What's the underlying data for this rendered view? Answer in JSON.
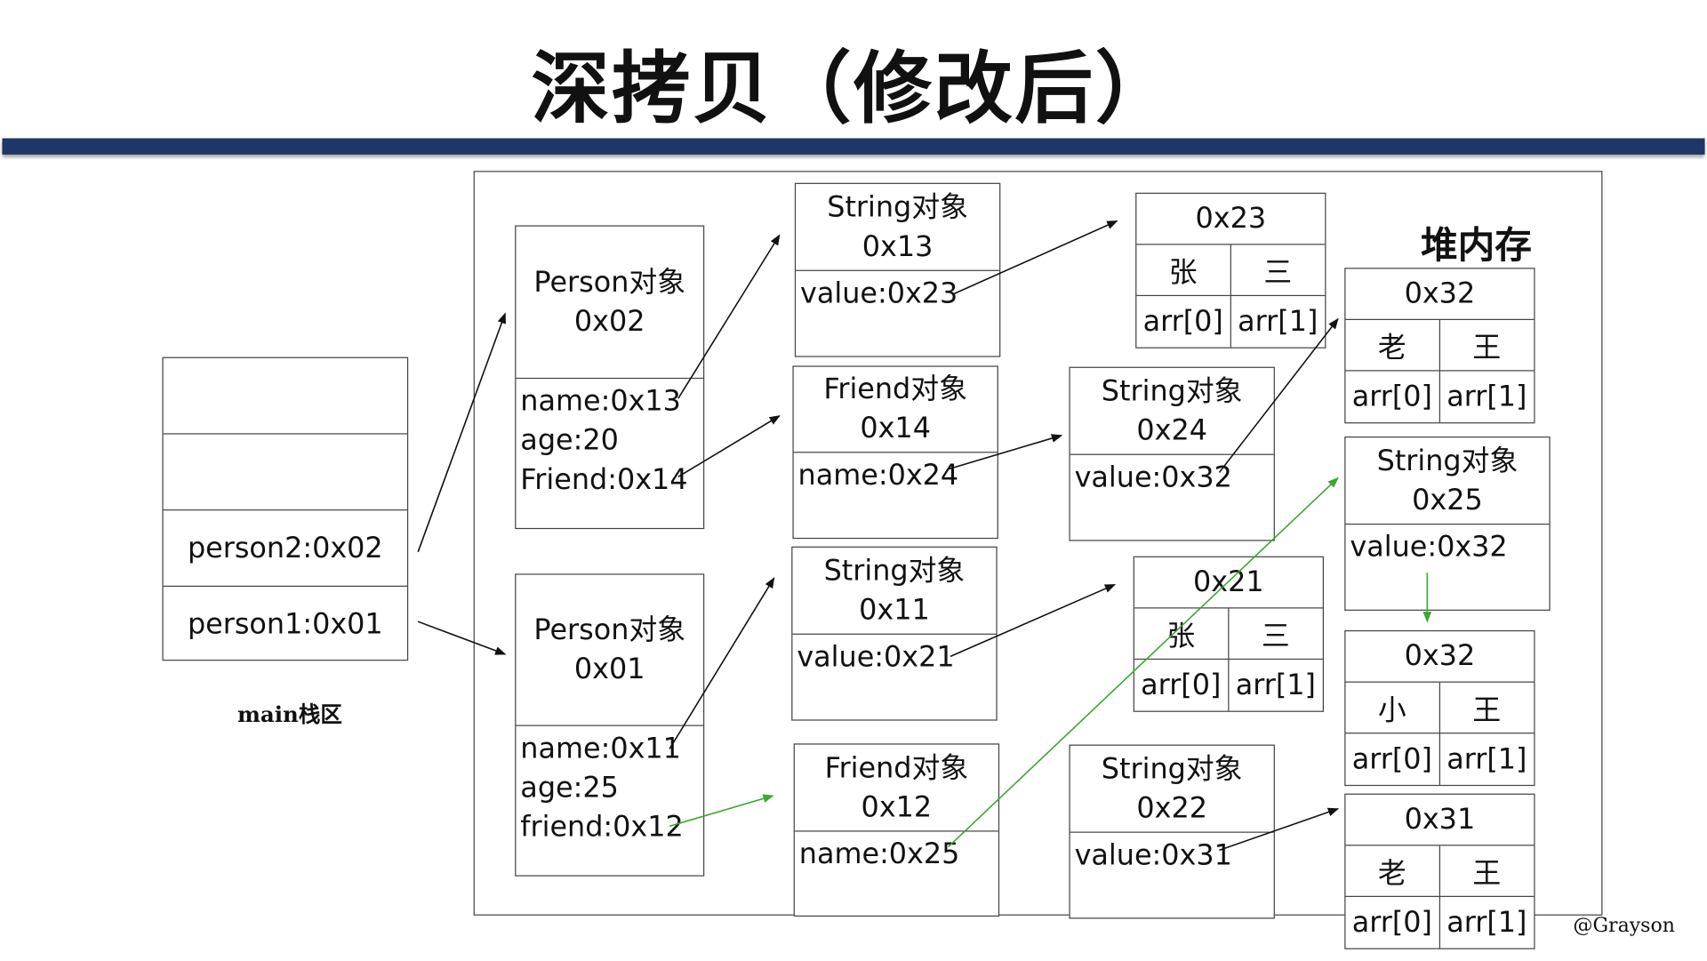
{
  "title": "深拷贝（修改后）",
  "stack": {
    "rows": [
      "",
      "",
      "person2:0x02",
      "person1:0x01"
    ],
    "label": "main栈区"
  },
  "heap_label": "堆内存",
  "credit": "@Grayson",
  "person2": {
    "type": "Person对象",
    "addr": "0x02",
    "fields": [
      "name:0x13",
      "age:20",
      "Friend:0x14"
    ]
  },
  "person1": {
    "type": "Person对象",
    "addr": "0x01",
    "fields": [
      "name:0x11",
      "age:25",
      "friend:0x12"
    ]
  },
  "str13": {
    "type": "String对象",
    "addr": "0x13",
    "fields": [
      "value:0x23"
    ]
  },
  "friend14": {
    "type": "Friend对象",
    "addr": "0x14",
    "fields": [
      "name:0x24"
    ]
  },
  "str11": {
    "type": "String对象",
    "addr": "0x11",
    "fields": [
      "value:0x21"
    ]
  },
  "friend12": {
    "type": "Friend对象",
    "addr": "0x12",
    "fields": [
      "name:0x25"
    ]
  },
  "str24": {
    "type": "String对象",
    "addr": "0x24",
    "fields": [
      "value:0x32"
    ]
  },
  "str22": {
    "type": "String对象",
    "addr": "0x22",
    "fields": [
      "value:0x31"
    ]
  },
  "str25": {
    "type": "String对象",
    "addr": "0x25",
    "fields": [
      "value:0x32"
    ]
  },
  "arr23": {
    "addr": "0x23",
    "chars": [
      "张",
      "三"
    ],
    "idx": [
      "arr[0]",
      "arr[1]"
    ]
  },
  "arr21": {
    "addr": "0x21",
    "chars": [
      "张",
      "三"
    ],
    "idx": [
      "arr[0]",
      "arr[1]"
    ]
  },
  "arr32a": {
    "addr": "0x32",
    "chars": [
      "老",
      "王"
    ],
    "idx": [
      "arr[0]",
      "arr[1]"
    ]
  },
  "arr32b": {
    "addr": "0x32",
    "chars": [
      "小",
      "王"
    ],
    "idx": [
      "arr[0]",
      "arr[1]"
    ]
  },
  "arr31": {
    "addr": "0x31",
    "chars": [
      "老",
      "王"
    ],
    "idx": [
      "arr[0]",
      "arr[1]"
    ]
  },
  "colors": {
    "bar": "#1f3766",
    "arrow": "#111111",
    "modified_arrow": "#3aa832"
  }
}
